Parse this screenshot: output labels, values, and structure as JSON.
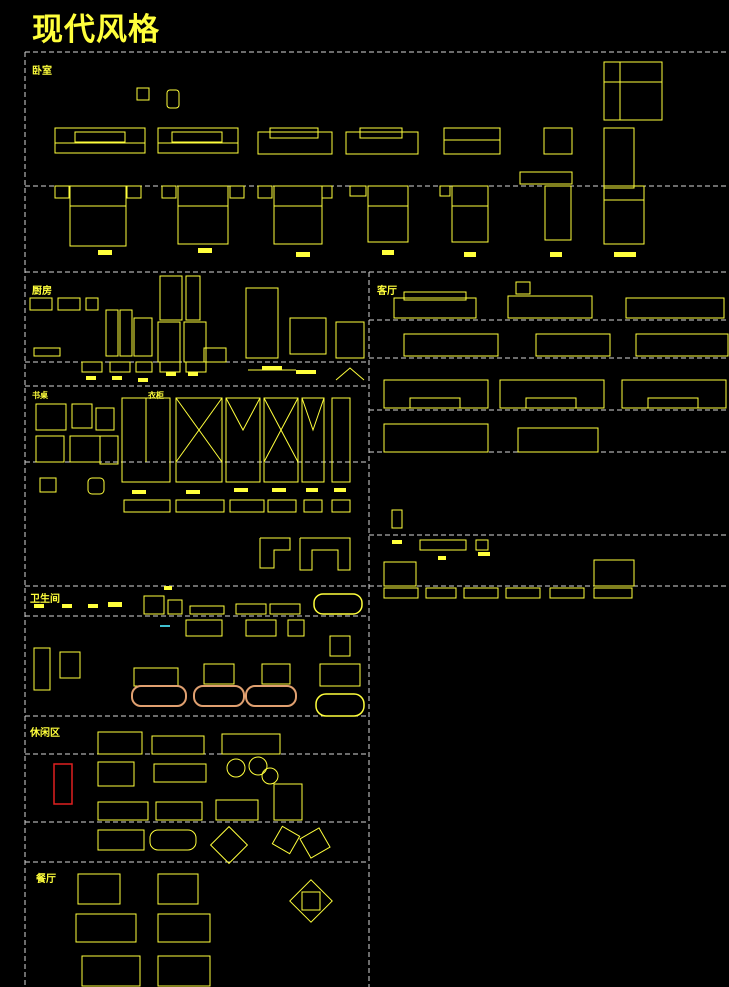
{
  "title": "现代风格",
  "sections": {
    "bedroom": "卧室",
    "kitchen": "厨房",
    "desk": "书桌",
    "wardrobe": "衣柜",
    "living": "客厅",
    "bathroom": "卫生间",
    "leisure": "休闲区",
    "dining": "餐厅"
  },
  "colors": {
    "background": "#000000",
    "line_main": "#ffff3c",
    "line_soft": "#e8e8a8",
    "frame_dash": "#d8d8d8",
    "accent_red": "#e02020",
    "accent_orange": "#e0a070",
    "accent_cyan": "#40c0d0"
  }
}
